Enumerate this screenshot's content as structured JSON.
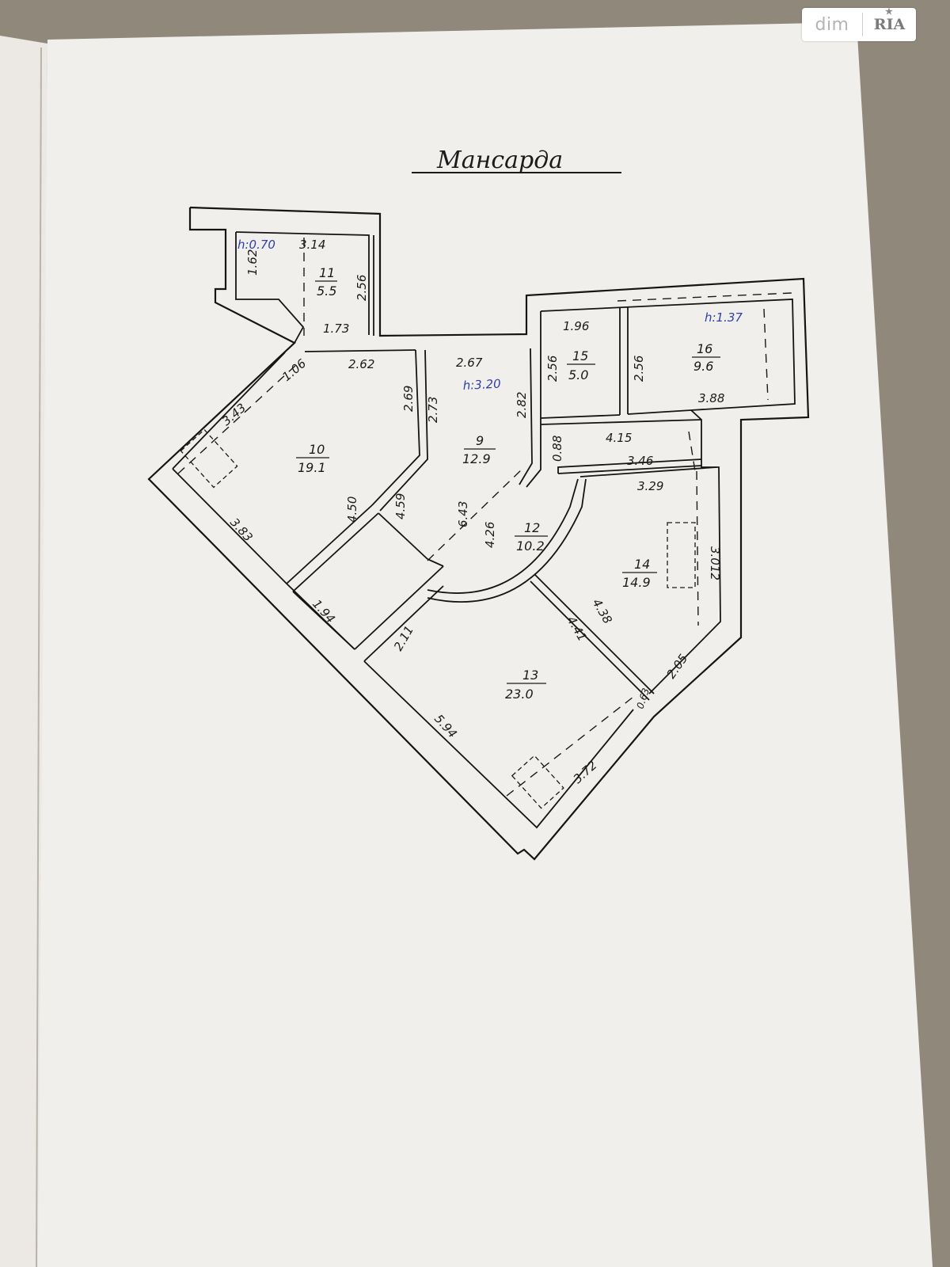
{
  "watermark": {
    "brand_left": "dim",
    "brand_right": "RIA",
    "star": "★"
  },
  "plan": {
    "title": "Мансарда",
    "rooms": [
      {
        "number": "11",
        "area": "5.5"
      },
      {
        "number": "15",
        "area": "5.0"
      },
      {
        "number": "16",
        "area": "9.6"
      },
      {
        "number": "10",
        "area": "19.1"
      },
      {
        "number": "9",
        "area": "12.9"
      },
      {
        "number": "12",
        "area": "10.2"
      },
      {
        "number": "14",
        "area": "14.9"
      },
      {
        "number": "13",
        "area": "23.0"
      }
    ],
    "heights": {
      "room11": "h:0.70",
      "room9": "h:3.20",
      "room16": "h:1.37"
    },
    "dimensions": {
      "d1": "3.14",
      "d2": "1.62",
      "d3": "2.56",
      "d4": "1.73",
      "d5": "1.96",
      "d6": "2.56",
      "d7": "2.56",
      "d8": "3.88",
      "d9": "1.06",
      "d10": "2.62",
      "d11": "2.67",
      "d12": "2.69",
      "d13": "2.73",
      "d14": "2.82",
      "d15": "3.43",
      "d16": "0.88",
      "d17": "4.15",
      "d18": "3.46",
      "d19": "3.29",
      "d20": "3.012",
      "d21": "4.50",
      "d22": "4.59",
      "d23": "6.43",
      "d24": "4.26",
      "d25": "3.83",
      "d26": "1.94",
      "d27": "2.11",
      "d28": "4.41",
      "d29": "4.38",
      "d30": "2.05",
      "d31": "0.63",
      "d32": "5.94",
      "d33": "3.72"
    }
  }
}
